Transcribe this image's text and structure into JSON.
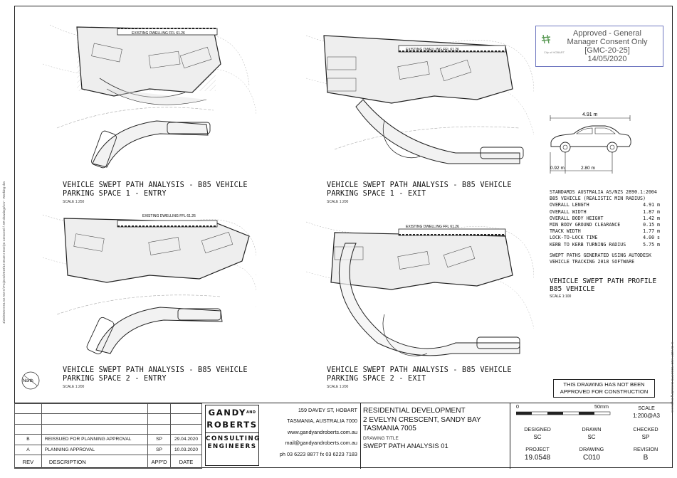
{
  "side_note_left": "4/28/2020 8:51:52 AM  S:\\Projects\\2019\\19.0548 2 Evelyn Crescent\\ \\ SR drawings\\CV - Working drawings -Install 19.0548 C.dwg",
  "side_note_right": "© GANDY AND ROBERTS Consulting Engineers",
  "stamp": {
    "line1": "Approved - General",
    "line2": "Manager Consent Only",
    "line3": "[GMC-20-25]",
    "line4": "14/05/2020",
    "small": "City of HOBART"
  },
  "panels": [
    {
      "id": "p1",
      "title1": "VEHICLE SWEPT PATH ANALYSIS - B85 VEHICLE",
      "title2": "PARKING SPACE 1 - ENTRY",
      "scale": "SCALE 1:250",
      "dwelling": "EXISTING DWELLING FFL 61.26"
    },
    {
      "id": "p2",
      "title1": "VEHICLE SWEPT PATH ANALYSIS - B85 VEHICLE",
      "title2": "PARKING SPACE 1 - EXIT",
      "scale": "SCALE 1:200",
      "dwelling": "EXISTING DWELLING FFL 61.26"
    },
    {
      "id": "p3",
      "title1": "VEHICLE SWEPT PATH ANALYSIS - B85 VEHICLE",
      "title2": "PARKING SPACE 2 - ENTRY",
      "scale": "SCALE 1:200",
      "dwelling": "EXISTING DWELLING FFL 61.26"
    },
    {
      "id": "p4",
      "title1": "VEHICLE SWEPT PATH ANALYSIS - B85 VEHICLE",
      "title2": "PARKING SPACE 2 - EXIT",
      "scale": "SCALE 1:200",
      "dwelling": "EXISTING DWELLING FFL 61.26"
    }
  ],
  "north_label": "North",
  "car": {
    "overall": "4.91 m",
    "front": "0.92 m",
    "wheelbase": "2.80 m"
  },
  "specs": {
    "heading1": "STANDARDS AUSTRALIA AS/NZS 2890.1:2004",
    "heading2": "B85 VEHICLE (REALISTIC MIN RADIUS)",
    "rows": [
      {
        "label": "OVERALL LENGTH",
        "value": "4.91 m"
      },
      {
        "label": "OVERALL WIDTH",
        "value": "1.87 m"
      },
      {
        "label": "OVERALL BODY HEIGHT",
        "value": "1.42 m"
      },
      {
        "label": "MIN BODY GROUND CLEARANCE",
        "value": "0.15 m"
      },
      {
        "label": "TRACK WIDTH",
        "value": "1.77 m"
      },
      {
        "label": "LOCK-TO-LOCK TIME",
        "value": "4.00 s"
      },
      {
        "label": "KERB TO KERB TURNING RADIUS",
        "value": "5.75 m"
      }
    ],
    "note1": "SWEPT PATHS GENERATED USING AUTODESK",
    "note2": "VEHICLE TRACKING 2018 SOFTWARE"
  },
  "profile": {
    "title1": "VEHICLE SWEPT PATH PROFILE",
    "title2": "B85 VEHICLE",
    "scale": "SCALE 1:100"
  },
  "notice": {
    "line1": "THIS DRAWING HAS NOT BEEN",
    "line2": "APPROVED FOR CONSTRUCTION"
  },
  "revisions": {
    "rows": [
      {
        "rev": "B",
        "desc": "REISSUED FOR PLANNING APPROVAL",
        "appd": "SP",
        "date": "29.04.2020"
      },
      {
        "rev": "A",
        "desc": "PLANNING APPROVAL",
        "appd": "SP",
        "date": "10.03.2020"
      }
    ],
    "headers": {
      "rev": "REV",
      "desc": "DESCRIPTION",
      "appd": "APP'D",
      "date": "DATE"
    }
  },
  "company": {
    "line1": "GANDY",
    "and": "AND",
    "line2": "ROBERTS",
    "line3": "CONSULTING",
    "line4": "ENGINEERS",
    "address1": "159 DAVEY ST, HOBART",
    "address2": "TASMANIA, AUSTRALIA 7000",
    "web": "www.gandyandroberts.com.au",
    "email": "mail@gandyandroberts.com.au",
    "phone": "ph 03 6223 8877  fx 03 6223 7183"
  },
  "project": {
    "title1": "RESIDENTIAL DEVELOPMENT",
    "title2": "2 EVELYN CRESCENT, SANDY BAY",
    "title3": "TASMANIA 7005",
    "dt_label": "DRAWING TITLE",
    "dt": "SWEPT PATH ANALYSIS 01"
  },
  "info": {
    "bar_zero": "0",
    "bar_end": "50mm",
    "scale_label": "SCALE",
    "scale": "1:200@A3",
    "designed_label": "DESIGNED",
    "designed": "SC",
    "drawn_label": "DRAWN",
    "drawn": "SC",
    "checked_label": "CHECKED",
    "checked": "SP",
    "project_label": "PROJECT",
    "project": "19.0548",
    "drawing_label": "DRAWING",
    "drawing": "C010",
    "revision_label": "REVISION",
    "revision": "B"
  }
}
